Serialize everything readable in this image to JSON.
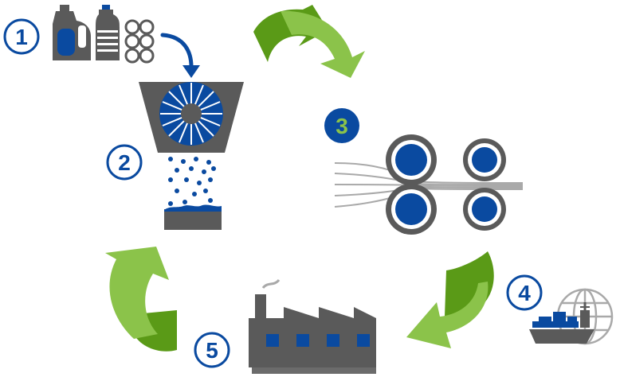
{
  "steps": [
    {
      "number": "1"
    },
    {
      "number": "2"
    },
    {
      "number": "3"
    },
    {
      "number": "4"
    },
    {
      "number": "5"
    }
  ],
  "colors": {
    "blue": "#0a4aa0",
    "dark_gray": "#5a5a5a",
    "mid_gray": "#6b6b6b",
    "light_gray": "#a9a9a9",
    "green_light": "#8bc34a",
    "green_dark": "#5a9a17",
    "step3_fill": "#0a4aa0",
    "step3_text": "#8bc34a"
  },
  "icons": {
    "step1": [
      "detergent-bottle-icon",
      "water-bottle-icon",
      "six-pack-rings-icon"
    ],
    "step2": "shredder-hopper-icon",
    "step3": "roller-press-icon",
    "step4": [
      "globe-icon",
      "cargo-ship-icon"
    ],
    "step5": "factory-icon",
    "arrows": [
      "recycle-arrow-top-icon",
      "recycle-arrow-right-icon",
      "recycle-arrow-left-icon",
      "feed-arrow-icon"
    ]
  }
}
